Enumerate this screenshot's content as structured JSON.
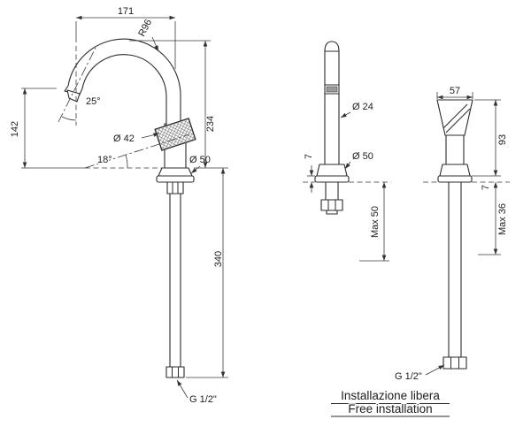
{
  "colors": {
    "ink": "#2b2b2b",
    "paper": "#ffffff"
  },
  "views": {
    "side": {
      "dims": {
        "spout_reach": "171",
        "spout_radius": "R96",
        "spout_angle": "25°",
        "outlet_height": "142",
        "ring_diameter": "Ø 42",
        "handle_angle": "18°",
        "base_diameter": "Ø 50",
        "height_above_deck": "234",
        "shank_length": "340",
        "thread": "G 1/2\""
      }
    },
    "spout_front": {
      "dims": {
        "spout_diameter": "Ø 24",
        "base_diameter": "Ø 50",
        "base_height": "7",
        "max_deck_thickness": "Max 50"
      }
    },
    "valve_front": {
      "dims": {
        "body_width": "57",
        "body_height": "93",
        "base_height": "7",
        "max_deck_thickness": "Max 36",
        "thread": "G 1/2\""
      }
    }
  },
  "caption": {
    "line1": "Installazione libera",
    "line2": "Free installation"
  }
}
